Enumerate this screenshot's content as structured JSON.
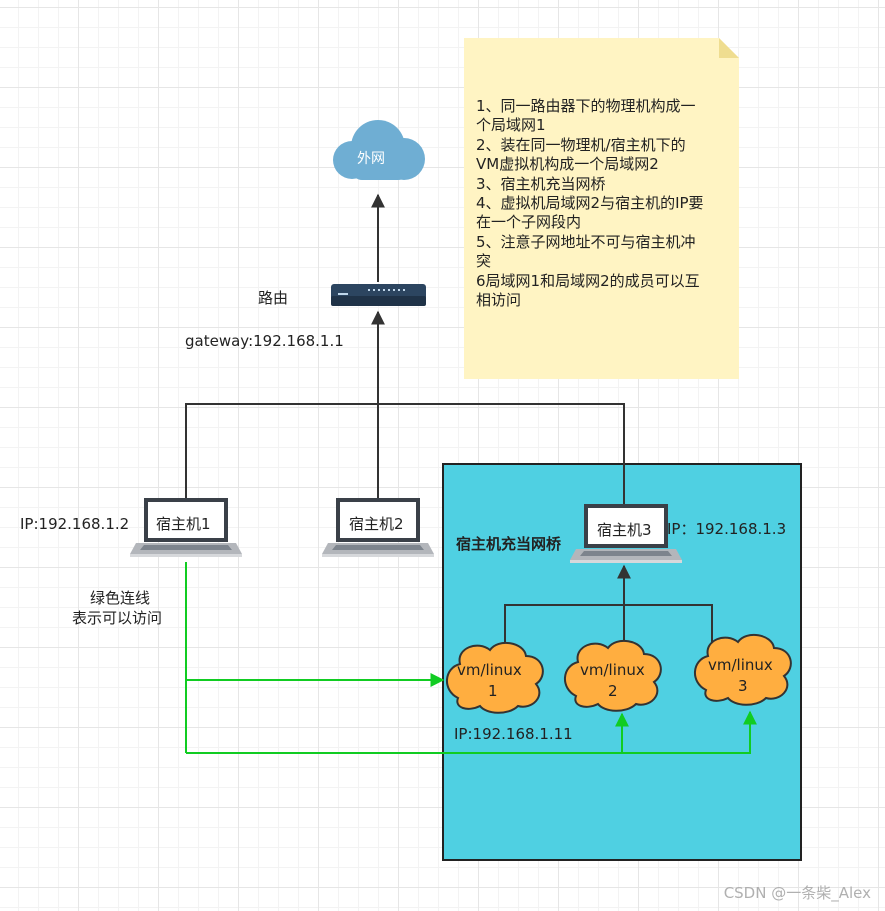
{
  "nodes": {
    "internet": "外网",
    "router_label": "路由",
    "gateway": "gateway:192.168.1.1",
    "host1": "宿主机1",
    "host2": "宿主机2",
    "host3": "宿主机3",
    "host1_ip": "IP:192.168.1.2",
    "host3_ip": "IP：192.168.1.3",
    "bridge_title": "宿主机充当网桥",
    "vm1": [
      "vm/linux",
      "1"
    ],
    "vm2": [
      "vm/linux",
      "2"
    ],
    "vm3": [
      "vm/linux",
      "3"
    ],
    "vm1_ip": "IP:192.168.1.11",
    "green_note": [
      "绿色连线",
      "表示可以访问"
    ]
  },
  "note_lines": [
    "1、同一路由器下的物理机构成一",
    "个局域网1",
    "2、装在同一物理机/宿主机下的",
    "VM虚拟机构成一个局域网2",
    "3、宿主机充当网桥",
    "4、虚拟机局域网2与宿主机的IP要",
    "在一个子网段内",
    "5、注意子网地址不可与宿主机冲",
    "突",
    "6局域网1和局域网2的成员可以互",
    "相访问"
  ],
  "watermark": "CSDN @一条柴_Alex",
  "colors": {
    "line": "#333333",
    "green_line": "#11cc22",
    "bridge_fill": "#4fd0e2",
    "cloud_blue": "#6faed3",
    "cloud_orange": "#ffae40",
    "note_fill": "#fff4c3"
  }
}
